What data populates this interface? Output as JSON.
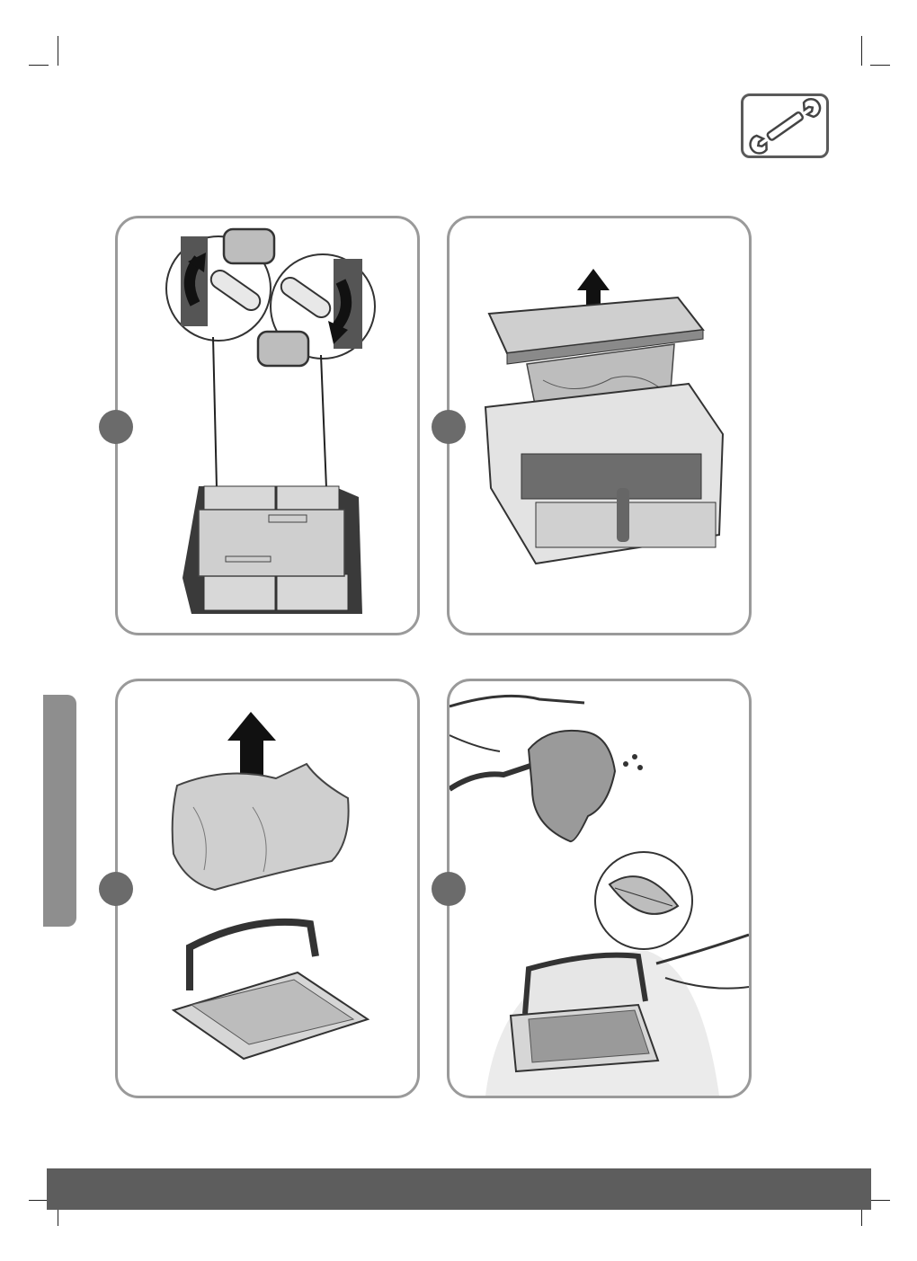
{
  "page": {
    "header_icon": "wrench-icon",
    "side_tab": "section-tab",
    "footer": "footer-bar"
  },
  "steps": [
    {
      "icon": "step-1-marker",
      "illustration": "unlock-filter-cover-illustration",
      "arrow": "rotate-arrow-icon"
    },
    {
      "icon": "step-2-marker",
      "illustration": "lift-filter-basket-illustration",
      "arrow": "up-arrow-icon"
    },
    {
      "icon": "step-3-marker",
      "illustration": "remove-filter-bag-illustration",
      "arrow": "up-arrow-icon"
    },
    {
      "icon": "step-4-marker",
      "illustration": "rinse-filter-illustration",
      "arrow": "leaf-icon"
    }
  ],
  "colors": {
    "panel_border": "#9a9a9a",
    "step_dot": "#6b6b6b",
    "footer": "#5d5d5d",
    "side_tab": "#8e8e8e"
  }
}
